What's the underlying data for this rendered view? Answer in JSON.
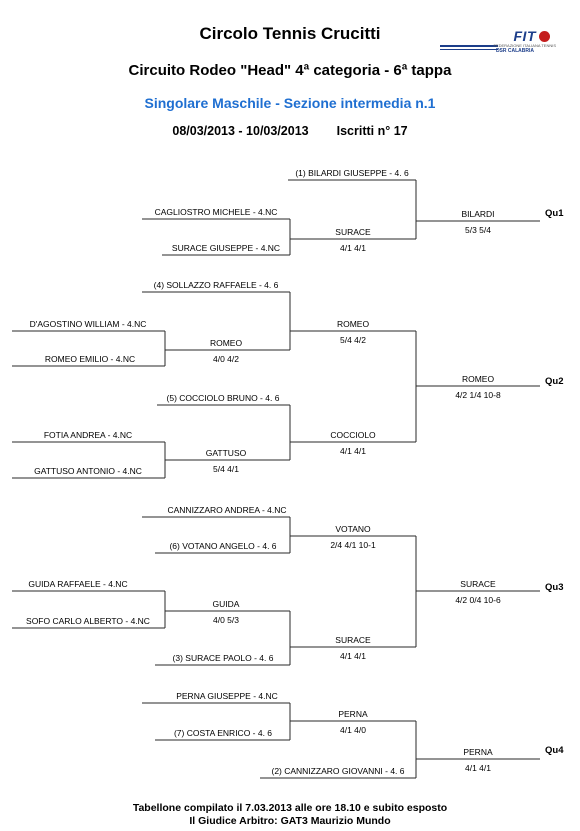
{
  "header": {
    "club": "Circolo Tennis Crucitti",
    "tournament": "Circuito Rodeo \"Head\" 4ª categoria - 6ª tappa",
    "section": "Singolare Maschile - Sezione intermedia n.1",
    "dates": "08/03/2013 - 10/03/2013",
    "registered": "Iscritti n° 17"
  },
  "logo": {
    "brand": "FIT",
    "subtitle": "FEDERAZIONE ITALIANA TENNIS",
    "region": "DSR CALABRIA"
  },
  "bracket": [
    {
      "type": "entry",
      "seed": "(1)",
      "name": "BILARDI GIUSEPPE - 4. 6",
      "bold": true
    },
    {
      "type": "entry",
      "seed": "",
      "name": "CAGLIOSTRO MICHELE - 4.NC",
      "bold": false
    },
    {
      "type": "entry",
      "seed": "",
      "name": "SURACE GIUSEPPE - 4.NC",
      "bold": false
    },
    {
      "type": "winner",
      "name": "SURACE",
      "score": "4/1 4/1"
    },
    {
      "type": "winner",
      "name": "BILARDI",
      "score": "5/3 5/4"
    },
    {
      "type": "qualifier",
      "name": "Qu1"
    },
    {
      "type": "entry",
      "seed": "(4)",
      "name": "SOLLAZZO RAFFAELE - 4. 6",
      "bold": true
    },
    {
      "type": "entry",
      "seed": "",
      "name": "D'AGOSTINO WILLIAM - 4.NC",
      "bold": false
    },
    {
      "type": "entry",
      "seed": "",
      "name": "ROMEO EMILIO - 4.NC",
      "bold": false
    },
    {
      "type": "winner",
      "name": "ROMEO",
      "score": "4/0 4/2"
    },
    {
      "type": "winner",
      "name": "ROMEO",
      "score": "5/4 4/2"
    },
    {
      "type": "entry",
      "seed": "(5)",
      "name": "COCCIOLO BRUNO - 4. 6",
      "bold": true
    },
    {
      "type": "entry",
      "seed": "",
      "name": "FOTIA ANDREA - 4.NC",
      "bold": false
    },
    {
      "type": "entry",
      "seed": "",
      "name": "GATTUSO ANTONIO - 4.NC",
      "bold": false
    },
    {
      "type": "winner",
      "name": "GATTUSO",
      "score": "5/4 4/1"
    },
    {
      "type": "winner",
      "name": "COCCIOLO",
      "score": "4/1 4/1"
    },
    {
      "type": "winner",
      "name": "ROMEO",
      "score": "4/2 1/4 10-8"
    },
    {
      "type": "qualifier",
      "name": "Qu2"
    },
    {
      "type": "entry",
      "seed": "",
      "name": "CANNIZZARO ANDREA - 4.NC",
      "bold": false
    },
    {
      "type": "entry",
      "seed": "(6)",
      "name": "VOTANO ANGELO - 4. 6",
      "bold": true
    },
    {
      "type": "winner",
      "name": "VOTANO",
      "score": "2/4 4/1 10-1"
    },
    {
      "type": "entry",
      "seed": "",
      "name": "GUIDA RAFFAELE - 4.NC",
      "bold": false
    },
    {
      "type": "entry",
      "seed": "",
      "name": "SOFO CARLO ALBERTO - 4.NC",
      "bold": false
    },
    {
      "type": "winner",
      "name": "GUIDA",
      "score": "4/0 5/3"
    },
    {
      "type": "entry",
      "seed": "(3)",
      "name": "SURACE PAOLO - 4. 6",
      "bold": true
    },
    {
      "type": "winner",
      "name": "SURACE",
      "score": "4/1 4/1"
    },
    {
      "type": "winner",
      "name": "SURACE",
      "score": "4/2 0/4 10-6"
    },
    {
      "type": "qualifier",
      "name": "Qu3"
    },
    {
      "type": "entry",
      "seed": "",
      "name": "PERNA GIUSEPPE - 4.NC",
      "bold": false
    },
    {
      "type": "entry",
      "seed": "(7)",
      "name": "COSTA ENRICO - 4. 6",
      "bold": true
    },
    {
      "type": "winner",
      "name": "PERNA",
      "score": "4/1 4/0"
    },
    {
      "type": "entry",
      "seed": "(2)",
      "name": "CANNIZZARO GIOVANNI - 4. 6",
      "bold": true
    },
    {
      "type": "winner",
      "name": "PERNA",
      "score": "4/1 4/1"
    },
    {
      "type": "qualifier",
      "name": "Qu4"
    }
  ],
  "footer": {
    "compiled": "Tabellone compilato il 7.03.2013 alle ore 18.10 e subito esposto",
    "referee": "Il Giudice Arbitro: GAT3 Maurizio Mundo"
  }
}
